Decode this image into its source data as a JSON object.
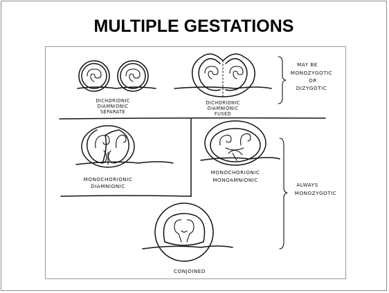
{
  "title": "MULTIPLE GESTATIONS",
  "labels": {
    "dichorionic_separate": [
      "DICHORIONIC",
      "DIAMNIONIC",
      "SEPARATE"
    ],
    "dichorionic_fused": [
      "DICHORIONIC",
      "DIAMNIONIC",
      "FUSED"
    ],
    "mono_di": [
      "MONOCHORIONIC",
      "DIAMNIONIC"
    ],
    "mono_mono": [
      "MONOCHORIONIC",
      "MONOAMNIONIC"
    ],
    "conjoined": "CONJOINED",
    "may_be": [
      "MAY BE",
      "MONOZYGOTIC",
      "OR",
      "DIZYGOTIC"
    ],
    "always": [
      "ALWAYS",
      "MONOZYGOTIC"
    ]
  }
}
